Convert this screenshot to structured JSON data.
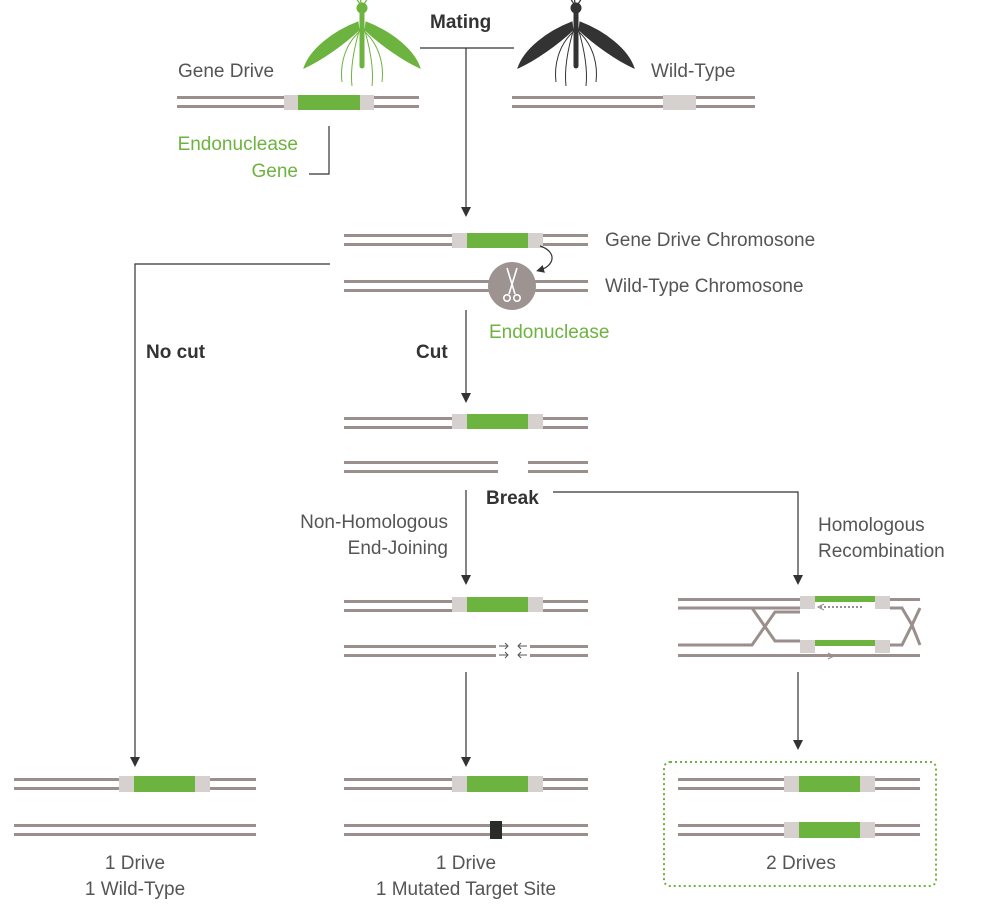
{
  "labels": {
    "mating": "Mating",
    "gene_drive": "Gene Drive",
    "wild_type": "Wild-Type",
    "endonuclease_gene_line1": "Endonuclease",
    "endonuclease_gene_line2": "Gene",
    "gene_drive_chromosome": "Gene Drive Chromosone",
    "wild_type_chromosome": "Wild-Type Chromosone",
    "endonuclease": "Endonuclease",
    "no_cut": "No cut",
    "cut": "Cut",
    "break": "Break",
    "nhej_line1": "Non-Homologous",
    "nhej_line2": "End-Joining",
    "hr_line1": "Homologous",
    "hr_line2": "Recombination"
  },
  "outcomes": {
    "left_line1": "1 Drive",
    "left_line2": "1 Wild-Type",
    "middle_line1": "1 Drive",
    "middle_line2": "1 Mutated Target Site",
    "right_line1": "2 Drives"
  },
  "colors": {
    "chromosome": "#9a8f8c",
    "drive_gene": "#6db33f",
    "target_site": "#d6d0ce",
    "mutation": "#2b2b2b",
    "arrow": "#333333",
    "green_text": "#6db33f",
    "gene_drive_mosquito": "#6db33f",
    "wild_type_mosquito": "#333333",
    "scissors_bg": "#9d9492"
  },
  "icons": {
    "gene_drive_mosquito": "mosquito-icon",
    "wild_type_mosquito": "mosquito-icon",
    "endonuclease": "scissors-icon"
  }
}
